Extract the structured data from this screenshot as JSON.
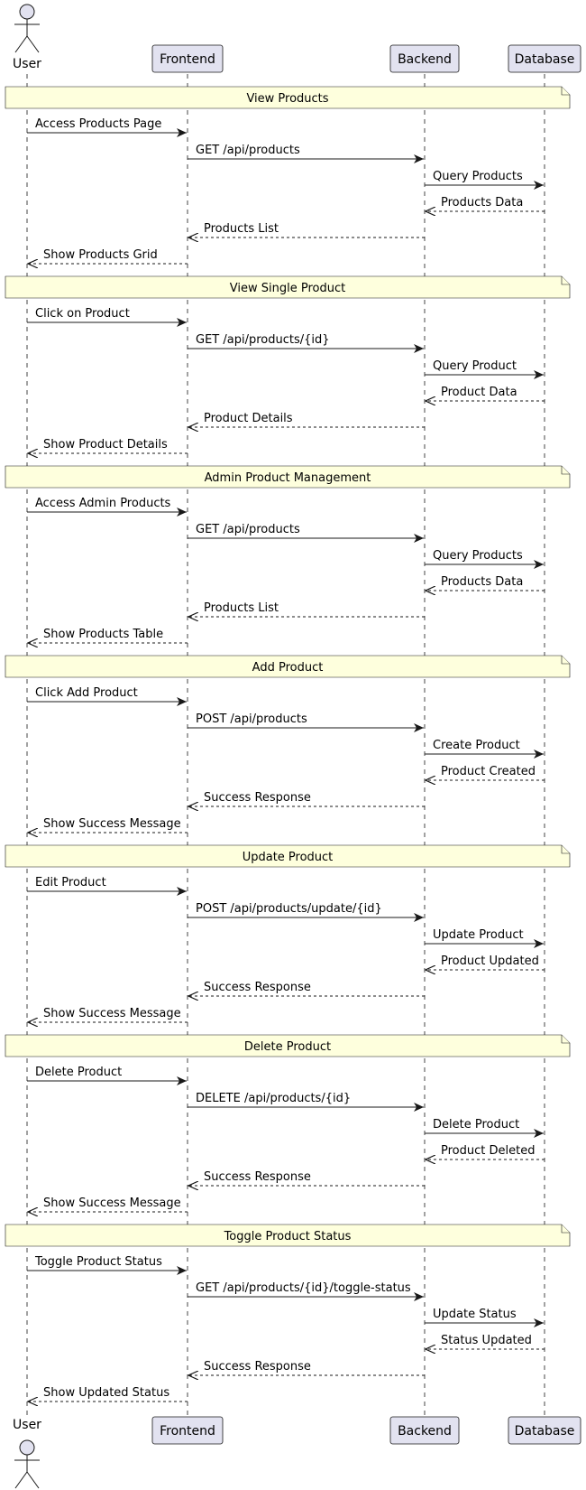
{
  "participants": [
    {
      "id": "user",
      "label": "User",
      "kind": "actor"
    },
    {
      "id": "frontend",
      "label": "Frontend",
      "kind": "participant"
    },
    {
      "id": "backend",
      "label": "Backend",
      "kind": "participant"
    },
    {
      "id": "database",
      "label": "Database",
      "kind": "participant"
    }
  ],
  "colors": {
    "participant_fill": "#E2E2F0",
    "participant_stroke": "#181818",
    "lifeline": "#181818",
    "note_fill": "#FEFFDD",
    "note_stroke": "#181818",
    "message": "#181818"
  },
  "sections": [
    {
      "title": "View Products",
      "messages": [
        {
          "from": "user",
          "to": "frontend",
          "label": "Access Products Page",
          "style": "solid"
        },
        {
          "from": "frontend",
          "to": "backend",
          "label": "GET /api/products",
          "style": "solid"
        },
        {
          "from": "backend",
          "to": "database",
          "label": "Query Products",
          "style": "solid"
        },
        {
          "from": "database",
          "to": "backend",
          "label": "Products Data",
          "style": "dashed"
        },
        {
          "from": "backend",
          "to": "frontend",
          "label": "Products List",
          "style": "dashed"
        },
        {
          "from": "frontend",
          "to": "user",
          "label": "Show Products Grid",
          "style": "dashed"
        }
      ]
    },
    {
      "title": "View Single Product",
      "messages": [
        {
          "from": "user",
          "to": "frontend",
          "label": "Click on Product",
          "style": "solid"
        },
        {
          "from": "frontend",
          "to": "backend",
          "label": "GET /api/products/{id}",
          "style": "solid"
        },
        {
          "from": "backend",
          "to": "database",
          "label": "Query Product",
          "style": "solid"
        },
        {
          "from": "database",
          "to": "backend",
          "label": "Product Data",
          "style": "dashed"
        },
        {
          "from": "backend",
          "to": "frontend",
          "label": "Product Details",
          "style": "dashed"
        },
        {
          "from": "frontend",
          "to": "user",
          "label": "Show Product Details",
          "style": "dashed"
        }
      ]
    },
    {
      "title": "Admin Product Management",
      "messages": [
        {
          "from": "user",
          "to": "frontend",
          "label": "Access Admin Products",
          "style": "solid"
        },
        {
          "from": "frontend",
          "to": "backend",
          "label": "GET /api/products",
          "style": "solid"
        },
        {
          "from": "backend",
          "to": "database",
          "label": "Query Products",
          "style": "solid"
        },
        {
          "from": "database",
          "to": "backend",
          "label": "Products Data",
          "style": "dashed"
        },
        {
          "from": "backend",
          "to": "frontend",
          "label": "Products List",
          "style": "dashed"
        },
        {
          "from": "frontend",
          "to": "user",
          "label": "Show Products Table",
          "style": "dashed"
        }
      ]
    },
    {
      "title": "Add Product",
      "messages": [
        {
          "from": "user",
          "to": "frontend",
          "label": "Click Add Product",
          "style": "solid"
        },
        {
          "from": "frontend",
          "to": "backend",
          "label": "POST /api/products",
          "style": "solid"
        },
        {
          "from": "backend",
          "to": "database",
          "label": "Create Product",
          "style": "solid"
        },
        {
          "from": "database",
          "to": "backend",
          "label": "Product Created",
          "style": "dashed"
        },
        {
          "from": "backend",
          "to": "frontend",
          "label": "Success Response",
          "style": "dashed"
        },
        {
          "from": "frontend",
          "to": "user",
          "label": "Show Success Message",
          "style": "dashed"
        }
      ]
    },
    {
      "title": "Update Product",
      "messages": [
        {
          "from": "user",
          "to": "frontend",
          "label": "Edit Product",
          "style": "solid"
        },
        {
          "from": "frontend",
          "to": "backend",
          "label": "POST /api/products/update/{id}",
          "style": "solid"
        },
        {
          "from": "backend",
          "to": "database",
          "label": "Update Product",
          "style": "solid"
        },
        {
          "from": "database",
          "to": "backend",
          "label": "Product Updated",
          "style": "dashed"
        },
        {
          "from": "backend",
          "to": "frontend",
          "label": "Success Response",
          "style": "dashed"
        },
        {
          "from": "frontend",
          "to": "user",
          "label": "Show Success Message",
          "style": "dashed"
        }
      ]
    },
    {
      "title": "Delete Product",
      "messages": [
        {
          "from": "user",
          "to": "frontend",
          "label": "Delete Product",
          "style": "solid"
        },
        {
          "from": "frontend",
          "to": "backend",
          "label": "DELETE /api/products/{id}",
          "style": "solid"
        },
        {
          "from": "backend",
          "to": "database",
          "label": "Delete Product",
          "style": "solid"
        },
        {
          "from": "database",
          "to": "backend",
          "label": "Product Deleted",
          "style": "dashed"
        },
        {
          "from": "backend",
          "to": "frontend",
          "label": "Success Response",
          "style": "dashed"
        },
        {
          "from": "frontend",
          "to": "user",
          "label": "Show Success Message",
          "style": "dashed"
        }
      ]
    },
    {
      "title": "Toggle Product Status",
      "messages": [
        {
          "from": "user",
          "to": "frontend",
          "label": "Toggle Product Status",
          "style": "solid"
        },
        {
          "from": "frontend",
          "to": "backend",
          "label": "GET /api/products/{id}/toggle-status",
          "style": "solid"
        },
        {
          "from": "backend",
          "to": "database",
          "label": "Update Status",
          "style": "solid"
        },
        {
          "from": "database",
          "to": "backend",
          "label": "Status Updated",
          "style": "dashed"
        },
        {
          "from": "backend",
          "to": "frontend",
          "label": "Success Response",
          "style": "dashed"
        },
        {
          "from": "frontend",
          "to": "user",
          "label": "Show Updated Status",
          "style": "dashed"
        }
      ]
    }
  ]
}
